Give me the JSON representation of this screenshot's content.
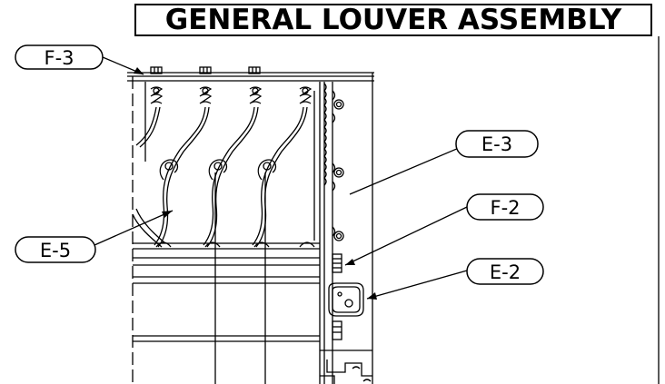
{
  "title": "GENERAL LOUVER ASSEMBLY",
  "callouts": {
    "f3": "F-3",
    "e5": "E-5",
    "e3": "E-3",
    "f2": "F-2",
    "e2": "E-2"
  },
  "colors": {
    "line": "#000000",
    "background": "#ffffff"
  }
}
